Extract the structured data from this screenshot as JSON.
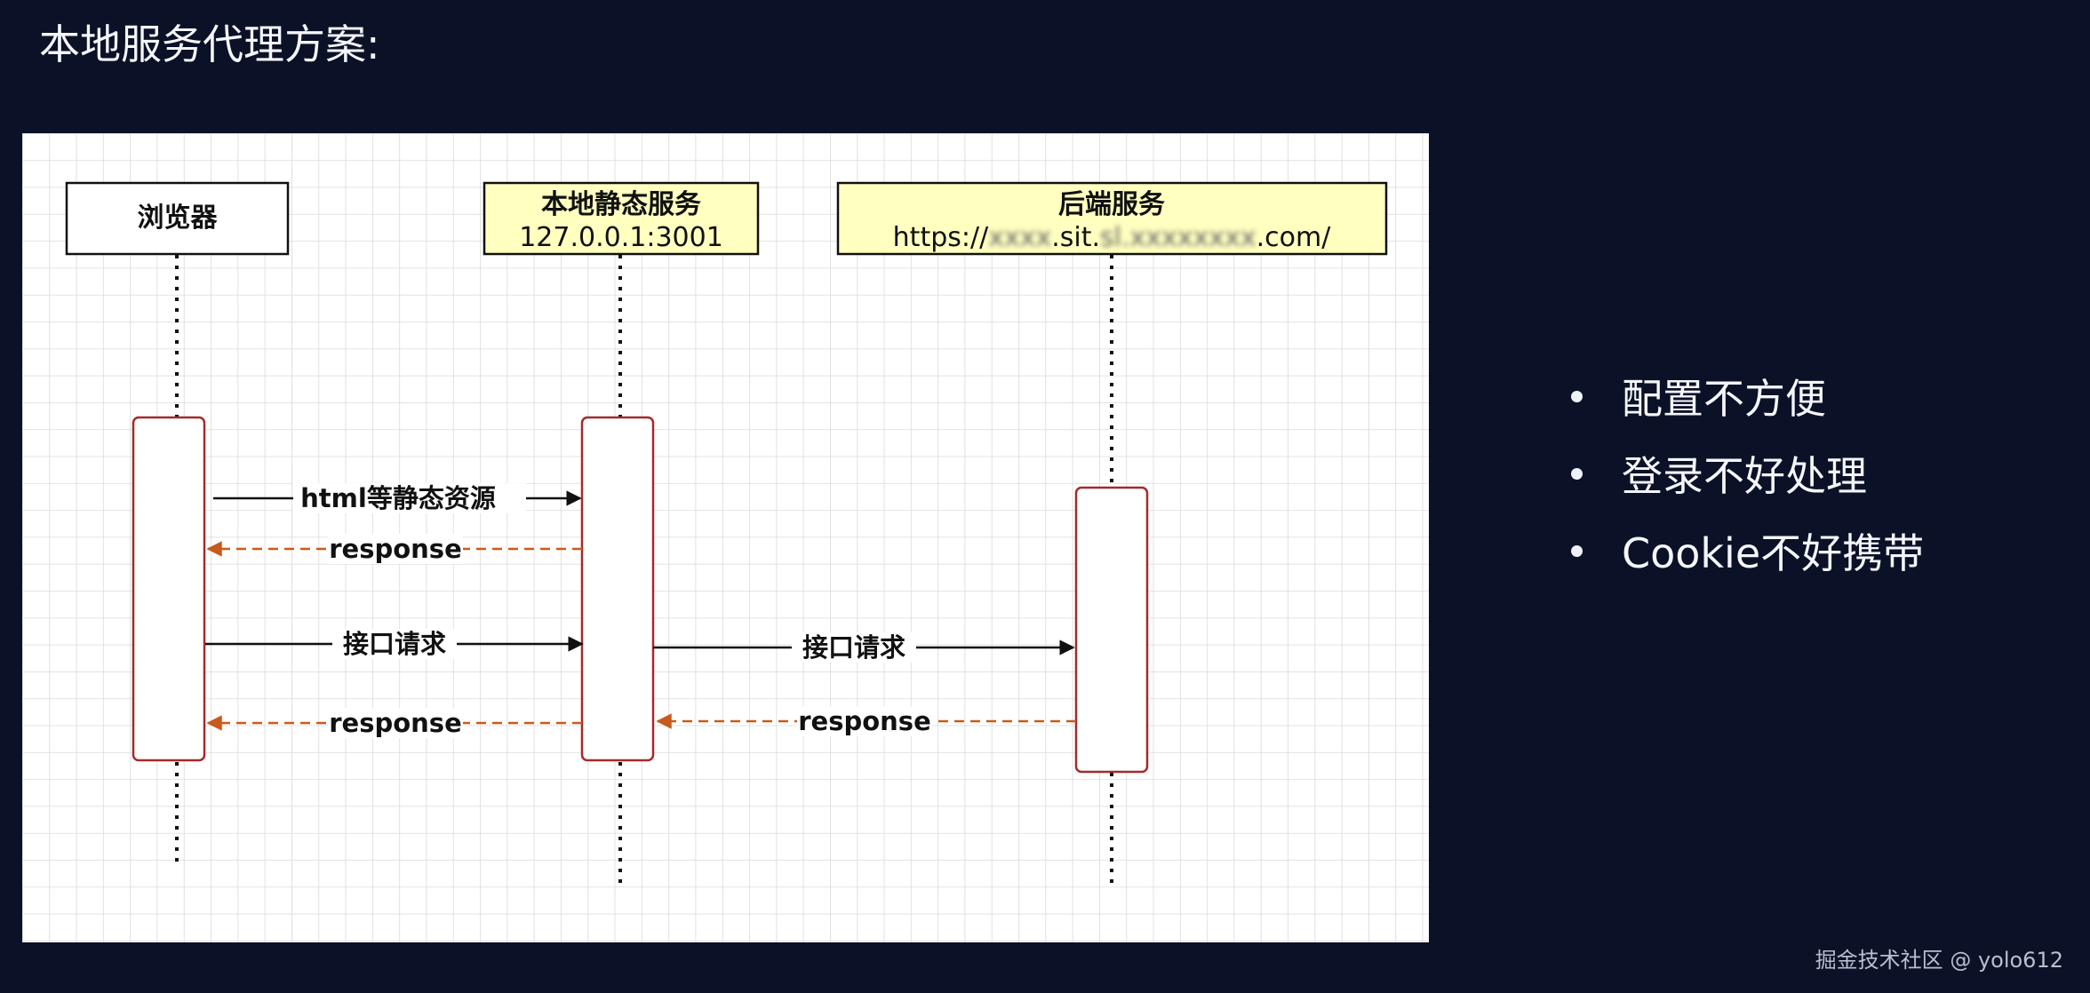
{
  "slide": {
    "title": "本地服务代理方案:"
  },
  "diagram": {
    "lifelines": {
      "browser": {
        "label": "浏览器"
      },
      "local": {
        "line1": "本地静态服务",
        "line2": "127.0.0.1:3001"
      },
      "backend": {
        "line1": "后端服务",
        "url_prefix": "https://",
        "url_blur1": "xxxx",
        "url_mid": ".sit.",
        "url_blur2": "sl.xxxxxxxx",
        "url_suffix": ".com/"
      }
    },
    "messages": {
      "static_request": "html等静态资源",
      "static_response": "response",
      "api_request_local": "接口请求",
      "api_request_backend": "接口请求",
      "api_response_backend": "response",
      "api_response_local": "response"
    },
    "colors": {
      "lifeline_box_browser": "#ffffff",
      "lifeline_box_service": "#ffffc0",
      "activation_border": "#a62a2a",
      "response_arrow": "#c85a1e",
      "request_arrow": "#111111",
      "grid": "#d9d9d9"
    }
  },
  "bullets": [
    {
      "text": "配置不方便"
    },
    {
      "text": "登录不好处理"
    },
    {
      "text": "Cookie不好携带"
    }
  ],
  "watermark": "掘金技术社区 @ yolo612"
}
